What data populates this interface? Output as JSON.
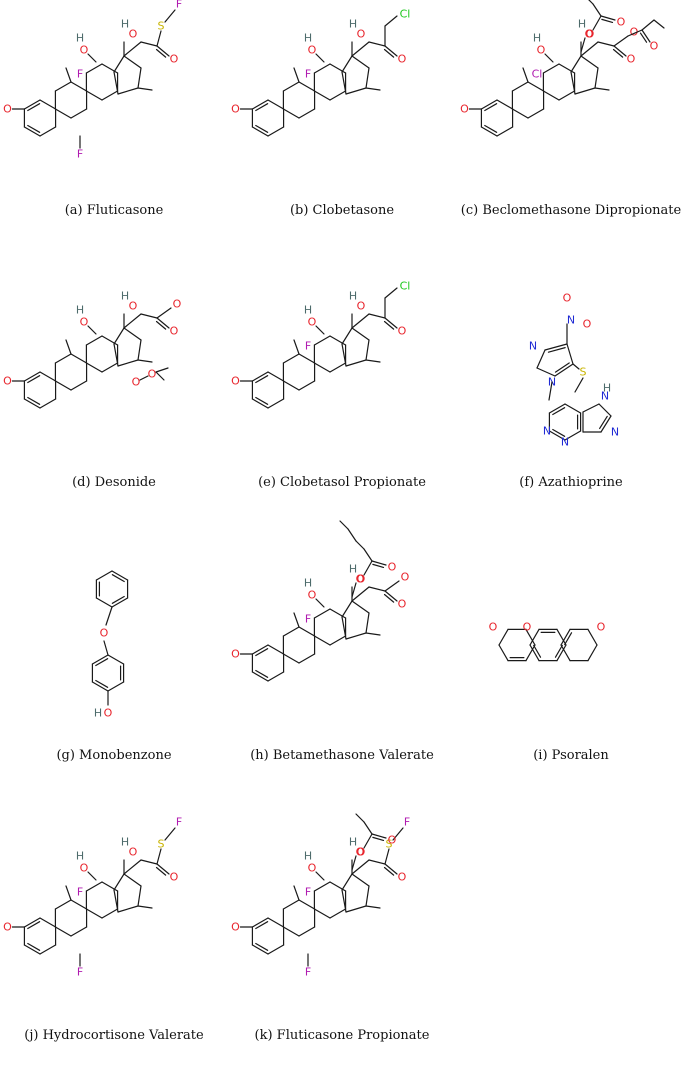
{
  "figure": {
    "panels": [
      {
        "id": "a",
        "caption": "(a) Fluticasone",
        "structure": "steroid-thioester"
      },
      {
        "id": "b",
        "caption": "(b) Clobetasone",
        "structure": "steroid-chloroketone"
      },
      {
        "id": "c",
        "caption": "(c) Beclomethasone Dipropionate",
        "structure": "steroid-dipropionate"
      },
      {
        "id": "d",
        "caption": "(d) Desonide",
        "structure": "steroid-acetonide"
      },
      {
        "id": "e",
        "caption": "(e) Clobetasol Propionate",
        "structure": "steroid-chloroketone"
      },
      {
        "id": "f",
        "caption": "(f) Azathioprine",
        "structure": "azathioprine"
      },
      {
        "id": "g",
        "caption": "(g) Monobenzone",
        "structure": "monobenzone"
      },
      {
        "id": "h",
        "caption": "(h) Betamethasone Valerate",
        "structure": "steroid-valerate"
      },
      {
        "id": "i",
        "caption": "(i) Psoralen",
        "structure": "psoralen"
      },
      {
        "id": "j",
        "caption": "(j) Hydrocortisone Valerate",
        "structure": "steroid-thioester"
      },
      {
        "id": "k",
        "caption": "(k) Fluticasone Propionate",
        "structure": "steroid-thioester-propionate"
      }
    ]
  },
  "atom_colors": {
    "O": "#e8242c",
    "F": "#b01ab0",
    "Cl": "#1fc81f",
    "S": "#c8b400",
    "N": "#1f2ad4",
    "H": "#4d6b6b",
    "C": "#1a1a1a"
  }
}
